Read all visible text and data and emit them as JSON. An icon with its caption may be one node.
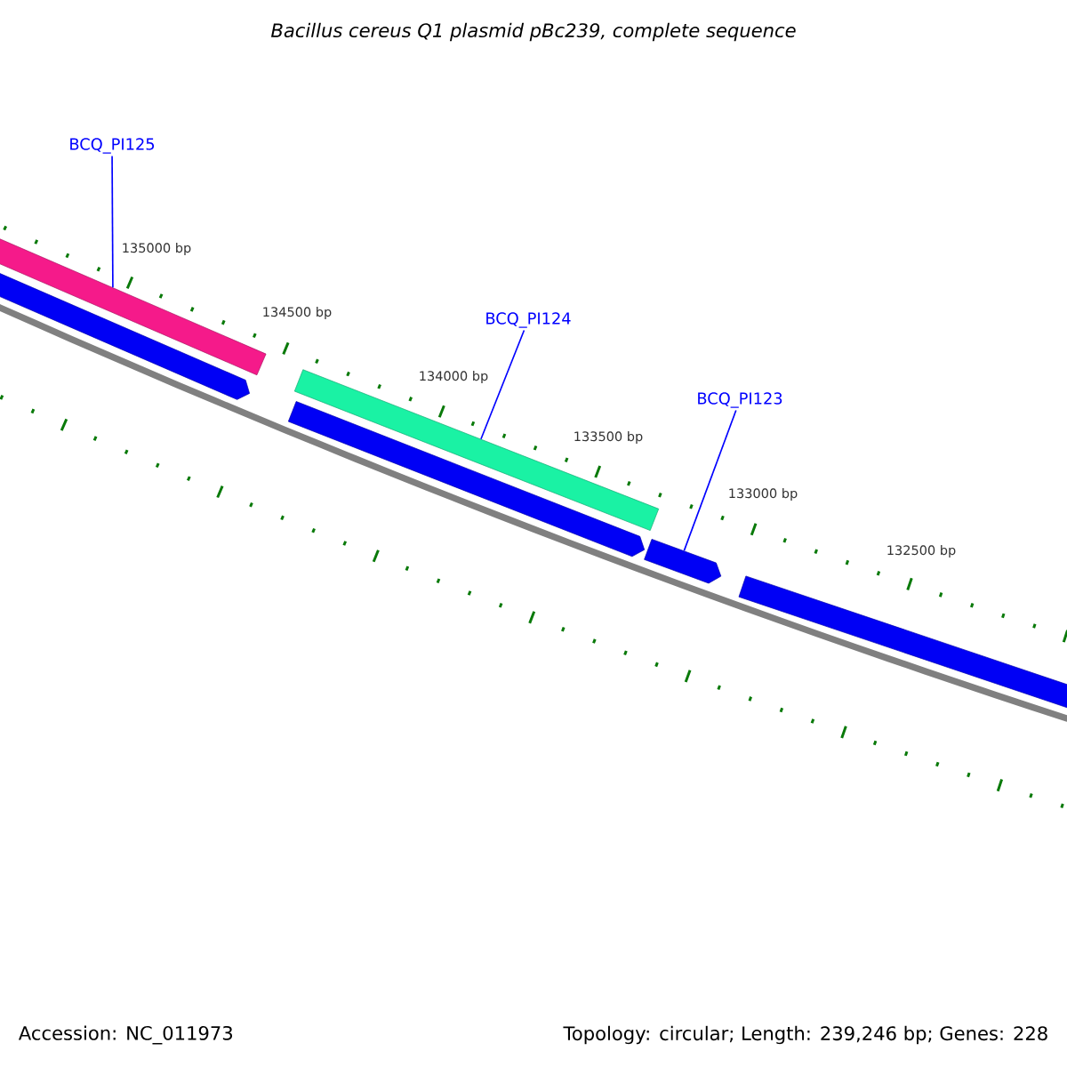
{
  "diagram": {
    "title": "Bacillus cereus Q1 plasmid pBc239, complete sequence",
    "nodes": [
      {
        "text": [
          "BCQ_PI125"
        ]
      },
      {
        "text": [],
        "shape": "bar"
      },
      {
        "text": [
          "BCQ_PI124"
        ]
      },
      {
        "text": [],
        "shape": "bar"
      },
      {
        "text": [
          "BCQ_PI123"
        ]
      },
      {
        "text": [],
        "shape": "arrow"
      }
    ],
    "edges": [
      {
        "from": 0,
        "to": 1,
        "arrow": "none"
      },
      {
        "from": 2,
        "to": 3,
        "arrow": "none"
      },
      {
        "from": 4,
        "to": 5,
        "arrow": "none"
      }
    ],
    "labels": [
      "135000 bp",
      "134500 bp",
      "134000 bp",
      "133500 bp",
      "133000 bp",
      "132500 bp",
      "Accession: NC_011973",
      "Topology: circular; Length: 239,246 bp; Genes: 228"
    ]
  }
}
